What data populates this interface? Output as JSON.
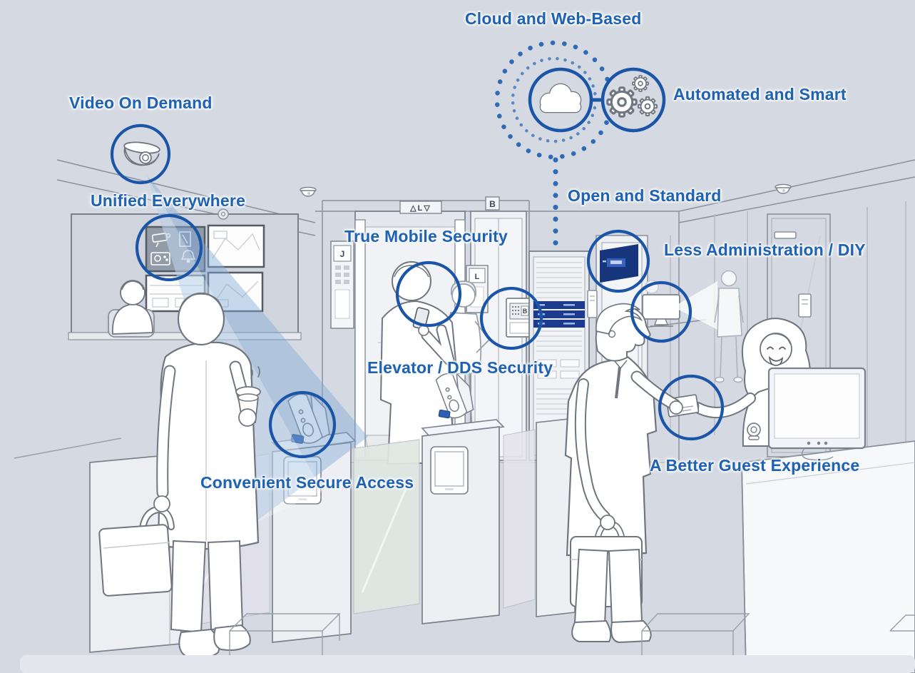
{
  "labels": {
    "cloud_web": "Cloud and Web-Based",
    "automated_smart": "Automated and Smart",
    "video_on_demand": "Video On Demand",
    "unified_everywhere": "Unified Everywhere",
    "open_standard": "Open and Standard",
    "true_mobile": "True Mobile Security",
    "less_admin": "Less Administration / DIY",
    "elevator_dds": "Elevator / DDS Security",
    "secure_access": "Convenient Secure Access",
    "guest_experience": "A Better Guest Experience"
  },
  "indicators": {
    "elevator_direction_panel": "△L▽",
    "elevator_car_letter": "B",
    "dds_display_letter": "B",
    "hall_panel_left_letter": "J",
    "hall_panel_right_letter": "L"
  },
  "icons": {
    "cloud": "cloud",
    "automation": "gears",
    "video": "dome-camera",
    "unified": "monitor-wall",
    "mobile": "smartphone",
    "dds": "keypad-terminal",
    "access": "card-reader",
    "open": "server-rack",
    "admin": "desktop-computer",
    "guest": "visitor-badge-handoff"
  },
  "colors": {
    "background": "#D5D9E1",
    "label_blue": "#2062B2",
    "callout_blue": "#1B55A8",
    "navy_sign": "#16357D",
    "rack_module_navy": "#1C3A8E",
    "reader_screen_blue": "#2F5FB5",
    "beam_blue": "#82AAD6",
    "line_gray": "#7A818C",
    "floor_strip": "#E4E8EE"
  }
}
